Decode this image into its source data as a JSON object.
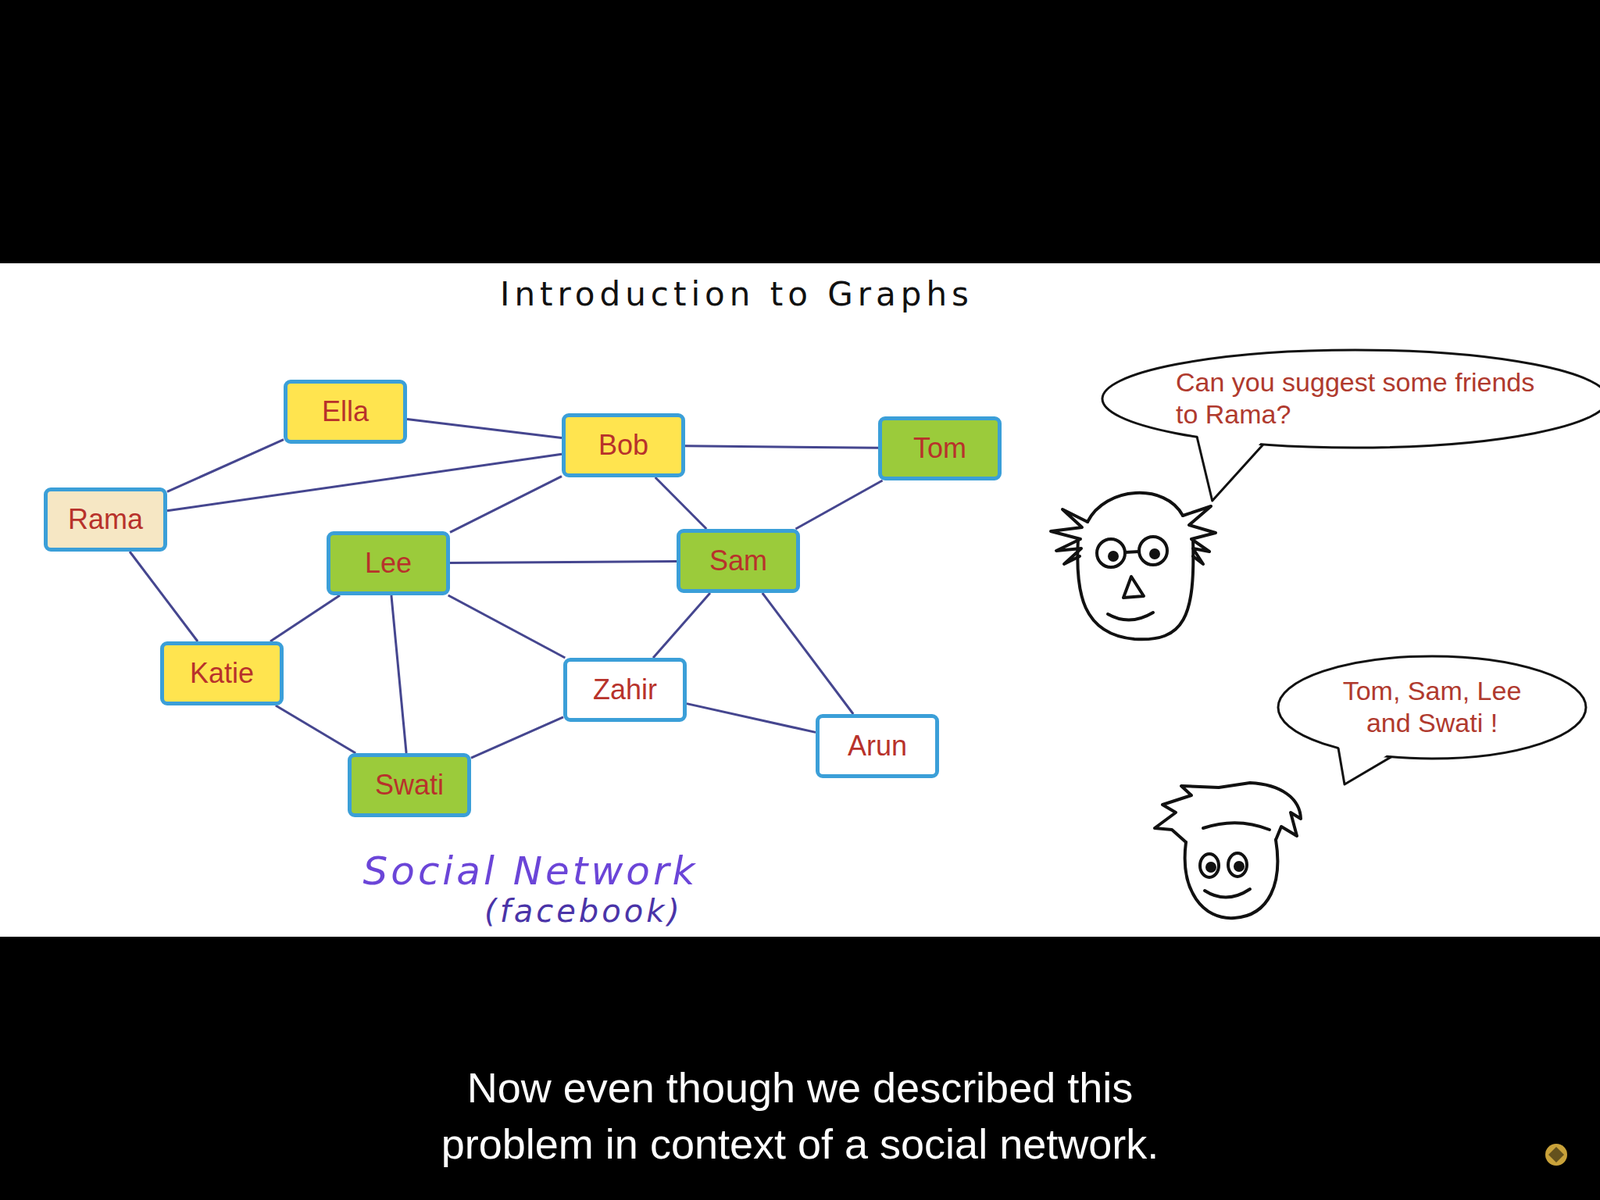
{
  "diagram": {
    "title": "Introduction to Graphs",
    "caption": "Now even though we described this problem in context of a social network.",
    "nodes": [
      {
        "text": [
          "Ella"
        ]
      },
      {
        "text": [
          "Bob"
        ]
      },
      {
        "text": [
          "Tom"
        ]
      },
      {
        "text": [
          "Rama"
        ]
      },
      {
        "text": [
          "Lee"
        ]
      },
      {
        "text": [
          "Sam"
        ]
      },
      {
        "text": [
          "Katie"
        ]
      },
      {
        "text": [
          "Zahir"
        ]
      },
      {
        "text": [
          "Arun"
        ]
      },
      {
        "text": [
          "Swati"
        ]
      },
      {
        "text": [
          "Can you suggest some friends to Rama?"
        ]
      },
      {
        "text": [
          "Tom, Sam, Lee and Swati !"
        ]
      }
    ],
    "edges": [
      {
        "from": 0,
        "to": 3,
        "arrow": "none"
      },
      {
        "from": 0,
        "to": 1,
        "arrow": "none"
      },
      {
        "from": 3,
        "to": 1,
        "arrow": "none"
      },
      {
        "from": 3,
        "to": 6,
        "arrow": "none"
      },
      {
        "from": 1,
        "to": 2,
        "arrow": "none"
      },
      {
        "from": 1,
        "to": 4,
        "arrow": "none"
      },
      {
        "from": 1,
        "to": 5,
        "arrow": "none"
      },
      {
        "from": 2,
        "to": 5,
        "arrow": "none"
      },
      {
        "from": 4,
        "to": 5,
        "arrow": "none"
      },
      {
        "from": 4,
        "to": 6,
        "arrow": "none"
      },
      {
        "from": 4,
        "to": 9,
        "arrow": "none"
      },
      {
        "from": 4,
        "to": 7,
        "arrow": "none"
      },
      {
        "from": 5,
        "to": 7,
        "arrow": "none"
      },
      {
        "from": 5,
        "to": 8,
        "arrow": "none"
      },
      {
        "from": 6,
        "to": 9,
        "arrow": "none"
      },
      {
        "from": 9,
        "to": 7,
        "arrow": "none"
      },
      {
        "from": 7,
        "to": 8,
        "arrow": "none"
      }
    ],
    "labels": [
      "Social Network",
      "(facebook)"
    ]
  }
}
